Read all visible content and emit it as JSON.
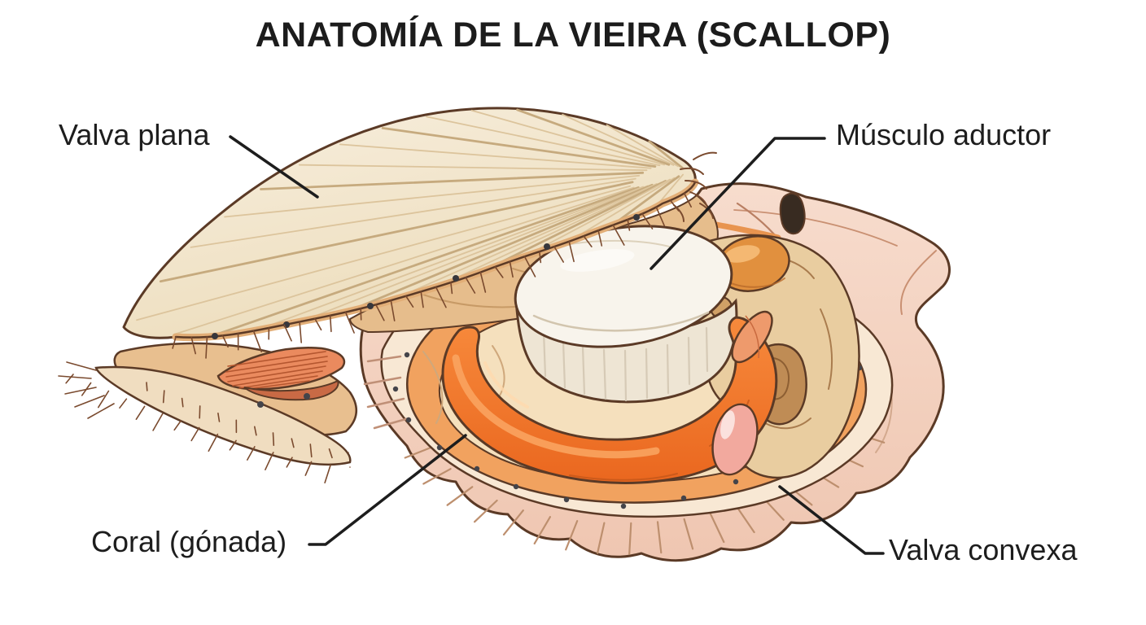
{
  "title": "ANATOMÍA DE LA VIEIRA (SCALLOP)",
  "figure": {
    "kind": "labeled anatomical illustration",
    "subject": "scallop (vieira)"
  },
  "labels": {
    "valva_plana": "Valva plana",
    "musculo_aductor": "Músculo aductor",
    "coral_gonada": "Coral (gónada)",
    "valva_convexa": "Valva convexa"
  },
  "palette": {
    "outline": "#5b3a26",
    "label_text": "#1d1d1d",
    "leader_line": "#1d1d1d",
    "top_shell_cream": "#f4e9d3",
    "shell_ribs": "#c9a87c",
    "bottom_shell_pink": "#f5d5c5",
    "inner_shell_ring": "#f8e8d4",
    "mantle_ring_orange": "#f1a25f",
    "inner_bowl_tan": "#f5e0bd",
    "coral_orange": "#f1742c",
    "muscle_white": "#f8f4ec",
    "gill_salmon": "#ea8a5e",
    "hinge_tooth_dark": "#382b21"
  }
}
